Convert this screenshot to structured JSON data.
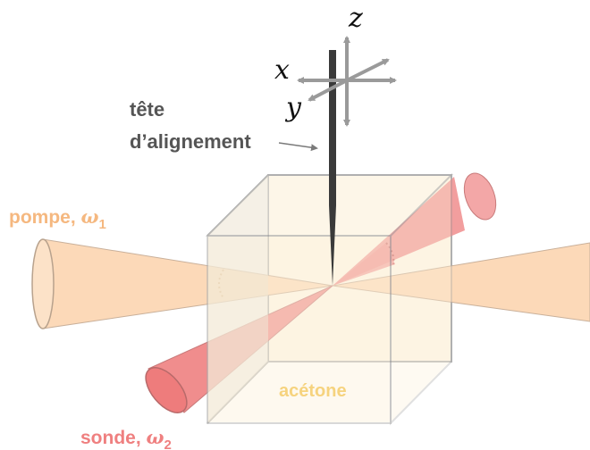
{
  "axes": {
    "z": "z",
    "x": "x",
    "y": "y"
  },
  "labels": {
    "head_line1": "tête",
    "head_line2": "d’alignement",
    "pump_text": "pompe, ",
    "pump_omega": "ω",
    "pump_sub": "1",
    "probe_text": "sonde, ",
    "probe_omega": "ω",
    "probe_sub": "2",
    "liquid": "acétone"
  },
  "colors": {
    "pump_beam": "#fcd9b8",
    "pump_label": "#f5b880",
    "probe_beam": "#f08d8d",
    "probe_label": "#ef8080",
    "cube_fill": "#fdf2dc",
    "cube_edge": "#a9a9a9",
    "liquid_label": "#f6d37e",
    "head_label": "#555555",
    "head": "#3a3a3a",
    "axis_arrow": "#9a9a9a"
  }
}
